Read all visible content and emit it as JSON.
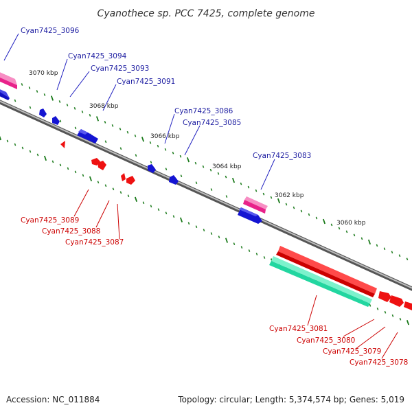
{
  "title": "Cyanothece sp. PCC 7425, complete genome",
  "accession": "Accession: NC_011884",
  "summary": "Topology: circular; Length: 5,374,574 bp; Genes: 5,019",
  "colors": {
    "backbone": "#7a7a7a",
    "tick": "#1a7a1a",
    "forward_gene": "#1414d2",
    "reverse_gene": "#ee1111",
    "rna_pink": "#e8228a",
    "rna_green": "#22d6a0",
    "label_blue": "#1a1aa0",
    "label_red": "#cc0000"
  },
  "scale_labels": [
    "3070 kbp",
    "3068 kbp",
    "3066 kbp",
    "3064 kbp",
    "3062 kbp",
    "3060 kbp"
  ],
  "forward_labels": [
    "Cyan7425_3096",
    "Cyan7425_3094",
    "Cyan7425_3093",
    "Cyan7425_3091",
    "Cyan7425_3086",
    "Cyan7425_3085",
    "Cyan7425_3083"
  ],
  "reverse_labels": [
    "Cyan7425_3089",
    "Cyan7425_3088",
    "Cyan7425_3087",
    "Cyan7425_3081",
    "Cyan7425_3080",
    "Cyan7425_3079",
    "Cyan7425_3078"
  ]
}
